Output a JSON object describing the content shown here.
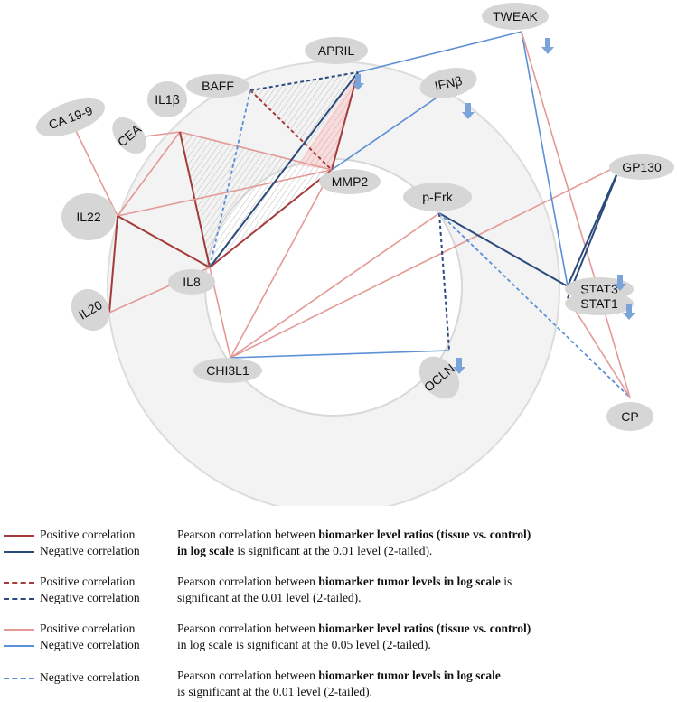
{
  "nodes": [
    {
      "id": "tweak",
      "label": "TWEAK",
      "arrow": true
    },
    {
      "id": "april",
      "label": "APRIL",
      "arrow": true
    },
    {
      "id": "ifnb",
      "label": "IFNβ",
      "arrow": true
    },
    {
      "id": "baff",
      "label": "BAFF",
      "arrow": false
    },
    {
      "id": "il1b",
      "label": "IL1β",
      "arrow": false
    },
    {
      "id": "cea",
      "label": "CEA",
      "arrow": false
    },
    {
      "id": "ca199",
      "label": "CA 19-9",
      "arrow": false
    },
    {
      "id": "il22",
      "label": "IL22",
      "arrow": false
    },
    {
      "id": "mmp2",
      "label": "MMP2",
      "arrow": false
    },
    {
      "id": "perk",
      "label": "p-Erk",
      "arrow": false
    },
    {
      "id": "gp130",
      "label": "GP130",
      "arrow": false
    },
    {
      "id": "il8",
      "label": "IL8",
      "arrow": false
    },
    {
      "id": "il20",
      "label": "IL20",
      "arrow": false
    },
    {
      "id": "stat3",
      "label": "STAT3",
      "arrow": true
    },
    {
      "id": "stat1",
      "label": "STAT1",
      "arrow": true
    },
    {
      "id": "chi3l1",
      "label": "CHI3L1",
      "arrow": false
    },
    {
      "id": "ocln",
      "label": "OCLN",
      "arrow": true
    },
    {
      "id": "cp",
      "label": "CP",
      "arrow": false
    }
  ],
  "edges": [
    {
      "from": "ca199",
      "to": "il22",
      "style": "pos-light"
    },
    {
      "from": "cea",
      "to": "il1b",
      "style": "pos-light"
    },
    {
      "from": "il1b",
      "to": "il22",
      "style": "pos-light"
    },
    {
      "from": "il1b",
      "to": "mmp2",
      "style": "pos-light"
    },
    {
      "from": "il1b",
      "to": "il8",
      "style": "pos-dark"
    },
    {
      "from": "il22",
      "to": "mmp2",
      "style": "pos-light"
    },
    {
      "from": "il22",
      "to": "il8",
      "style": "pos-dark"
    },
    {
      "from": "il22",
      "to": "il20",
      "style": "pos-dark"
    },
    {
      "from": "il20",
      "to": "il8",
      "style": "pos-light"
    },
    {
      "from": "baff",
      "to": "april",
      "style": "neg-dark-dash"
    },
    {
      "from": "baff",
      "to": "mmp2",
      "style": "pos-dark-dash"
    },
    {
      "from": "baff",
      "to": "il8",
      "style": "neg-light-dash"
    },
    {
      "from": "april",
      "to": "mmp2",
      "style": "pos-dark"
    },
    {
      "from": "april",
      "to": "il8",
      "style": "neg-dark"
    },
    {
      "from": "april",
      "to": "tweak",
      "style": "neg-light"
    },
    {
      "from": "ifnb",
      "to": "mmp2",
      "style": "neg-light"
    },
    {
      "from": "mmp2",
      "to": "il8",
      "style": "pos-dark"
    },
    {
      "from": "mmp2",
      "to": "chi3l1",
      "style": "pos-light"
    },
    {
      "from": "il8",
      "to": "chi3l1",
      "style": "pos-light"
    },
    {
      "from": "chi3l1",
      "to": "gp130",
      "style": "pos-light"
    },
    {
      "from": "chi3l1",
      "to": "perk",
      "style": "pos-light"
    },
    {
      "from": "chi3l1",
      "to": "ocln",
      "style": "neg-light"
    },
    {
      "from": "perk",
      "to": "ocln",
      "style": "neg-dark-dash"
    },
    {
      "from": "perk",
      "to": "stat3",
      "style": "neg-dark"
    },
    {
      "from": "perk",
      "to": "cp",
      "style": "neg-light-dash"
    },
    {
      "from": "tweak",
      "to": "stat3",
      "style": "neg-light"
    },
    {
      "from": "tweak",
      "to": "cp",
      "style": "pos-light"
    },
    {
      "from": "gp130",
      "to": "stat3",
      "style": "neg-dark"
    },
    {
      "from": "gp130",
      "to": "stat1",
      "style": "neg-dark"
    },
    {
      "from": "stat1",
      "to": "cp",
      "style": "pos-light"
    }
  ],
  "colors": {
    "pos-dark": "#a43b3b",
    "neg-dark": "#2b4a7c",
    "pos-light": "#e39a96",
    "neg-light": "#5b8fd6",
    "node-fill": "#d6d6d6",
    "arrow": "#7aa3d9",
    "ring": "#e9e9e9"
  },
  "legend": [
    {
      "lines": [
        {
          "style": "pos-dark",
          "label": "Positive correlation"
        },
        {
          "style": "neg-dark",
          "label": "Negative correlation"
        }
      ],
      "desc": [
        {
          "t": "Pearson correlation between ",
          "b": "biomarker level ratios (tissue vs. control)"
        },
        {
          "t": "",
          "b": "in log scale",
          "t2": " is significant at the 0.01 level (2-tailed)."
        }
      ]
    },
    {
      "lines": [
        {
          "style": "pos-dark-dash",
          "label": "Positive correlation"
        },
        {
          "style": "neg-dark-dash",
          "label": "Negative correlation"
        }
      ],
      "desc": [
        {
          "t": "Pearson correlation between ",
          "b": "biomarker tumor levels in log scale",
          "t2": " is"
        },
        {
          "t": "significant at the 0.01 level (2-tailed)."
        }
      ]
    },
    {
      "lines": [
        {
          "style": "pos-light",
          "label": "Positive correlation"
        },
        {
          "style": "neg-light",
          "label": "Negative correlation"
        }
      ],
      "desc": [
        {
          "t": "Pearson correlation between ",
          "b": "biomarker level ratios (tissue vs. control)"
        },
        {
          "t": "in log scale is significant at the 0.05 level (2-tailed)."
        }
      ]
    },
    {
      "lines": [
        {
          "style": "neg-light-dash",
          "label": "Negative correlation"
        }
      ],
      "desc": [
        {
          "t": "Pearson correlation between ",
          "b": "biomarker tumor levels in log scale"
        },
        {
          "t": "is significant at the 0.01 level (2-tailed)."
        }
      ]
    }
  ]
}
